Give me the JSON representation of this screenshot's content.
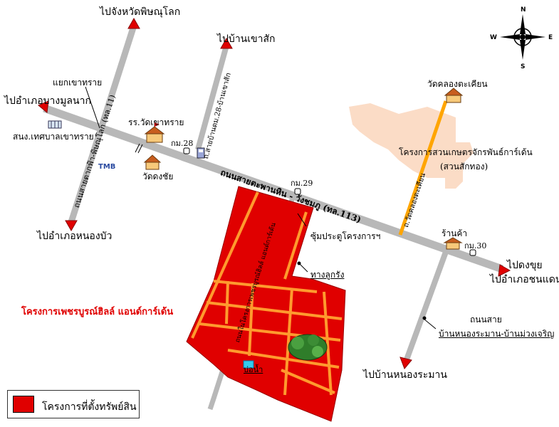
{
  "directions": {
    "phitsanulok": "ไปจังหวัดพิษณุโลก",
    "ban_khao_sak": "ไปบ้านเขาสัก",
    "bang_mun_nak": "ไปอำเภอบางมูลนาก",
    "nong_bua": "ไปอำเภอหนองบัว",
    "dong_khui": "ไปดงขุย",
    "chon_daen": "ไปอำเภอชนแดน",
    "ban_nong_raman": "ไปบ้านหนองระมาน"
  },
  "places": {
    "khao_sai_junction": "แยกเขาทราย",
    "municipality_office": "สนง.เทศบาลเขาทราย",
    "school": "รร.วัดเขาทราย",
    "wat_dong_chai": "วัดดงชัย",
    "wat_khlong_takhian": "วัดคลองตะเคียน",
    "garden_project_line1": "โครงการสวนเกษตรจักรพันธ์การ์เด้น",
    "garden_project_line2": "(สวนสักทอง)",
    "shop": "ร้านค้า",
    "gate": "ซุ้มประตูโครงการฯ",
    "stream_path": "ทางลูกรัง",
    "pond": "บ่อน้ำ",
    "project_name": "โครงการเพชรบูรณ์ฮิลล์ แอนด์การ์เด้น",
    "bank_logo": "TMB"
  },
  "km_markers": {
    "k28": "กม.28",
    "k29": "กม.29",
    "k30": "กม.30"
  },
  "roads": {
    "main_highway": "ถนนสายตะพานหิน - วังชมภู (ทล.113)",
    "phitsanulok_road": "ถนนสายตากฟ้า-พิษณุโลก (ทล.11)",
    "khao_sak_road": "ถ.สายบ้านดม.28-บ้านเขาสัก",
    "khlong_takhian_road": "ถ.วัดคลองตะเคียน",
    "project_road": "ถนนในโครงการเพชรบูรณ์ฮิลล์ แอนด์การ์เด้น",
    "nong_raman_road_line1": "ถนนสาย",
    "nong_raman_road_line2": "บ้านหนองระมาน-บ้านม่วงเจริญ"
  },
  "compass": {
    "n": "N",
    "s": "S",
    "e": "E",
    "w": "W"
  },
  "legend": {
    "label": "โครงการที่ตั้งทรัพย์สิน",
    "color": "#e00000"
  },
  "colors": {
    "road": "#b8b8b8",
    "arrow": "#e00000",
    "parcel": "#e00000",
    "inner_road": "#ff9a2e",
    "orange_road": "#ffa500",
    "garden_area": "#fbdcc6"
  }
}
